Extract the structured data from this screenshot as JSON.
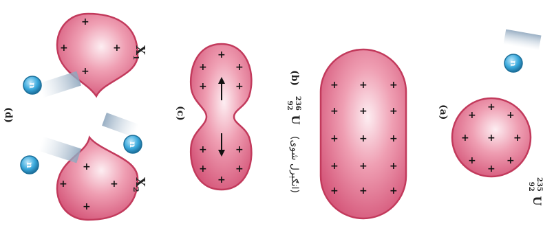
{
  "stages": {
    "a": {
      "label": "(a)",
      "isotope": {
        "mass": "235",
        "atomic": "92",
        "symbol": "U"
      }
    },
    "b": {
      "label": "(b)",
      "isotope": {
        "mass": "236",
        "atomic": "92",
        "symbol": "U"
      },
      "note": "(انګېرل شوی)"
    },
    "c": {
      "label": "(c)"
    },
    "d": {
      "label": "(d)",
      "fragment1": "X",
      "fragment1_sub": "1",
      "fragment2": "X",
      "fragment2_sub": "2"
    }
  },
  "neutron_symbol": "n",
  "plus_symbol": "+",
  "colors": {
    "nucleus_edge": "#c23a5c",
    "nucleus_fill": "#e8869d",
    "nucleus_highlight": "#fbe6ec",
    "neutron_fill": "#2fa3d8",
    "neutron_edge": "#1b6f9a",
    "motion_trail": "#9fb4c8"
  }
}
